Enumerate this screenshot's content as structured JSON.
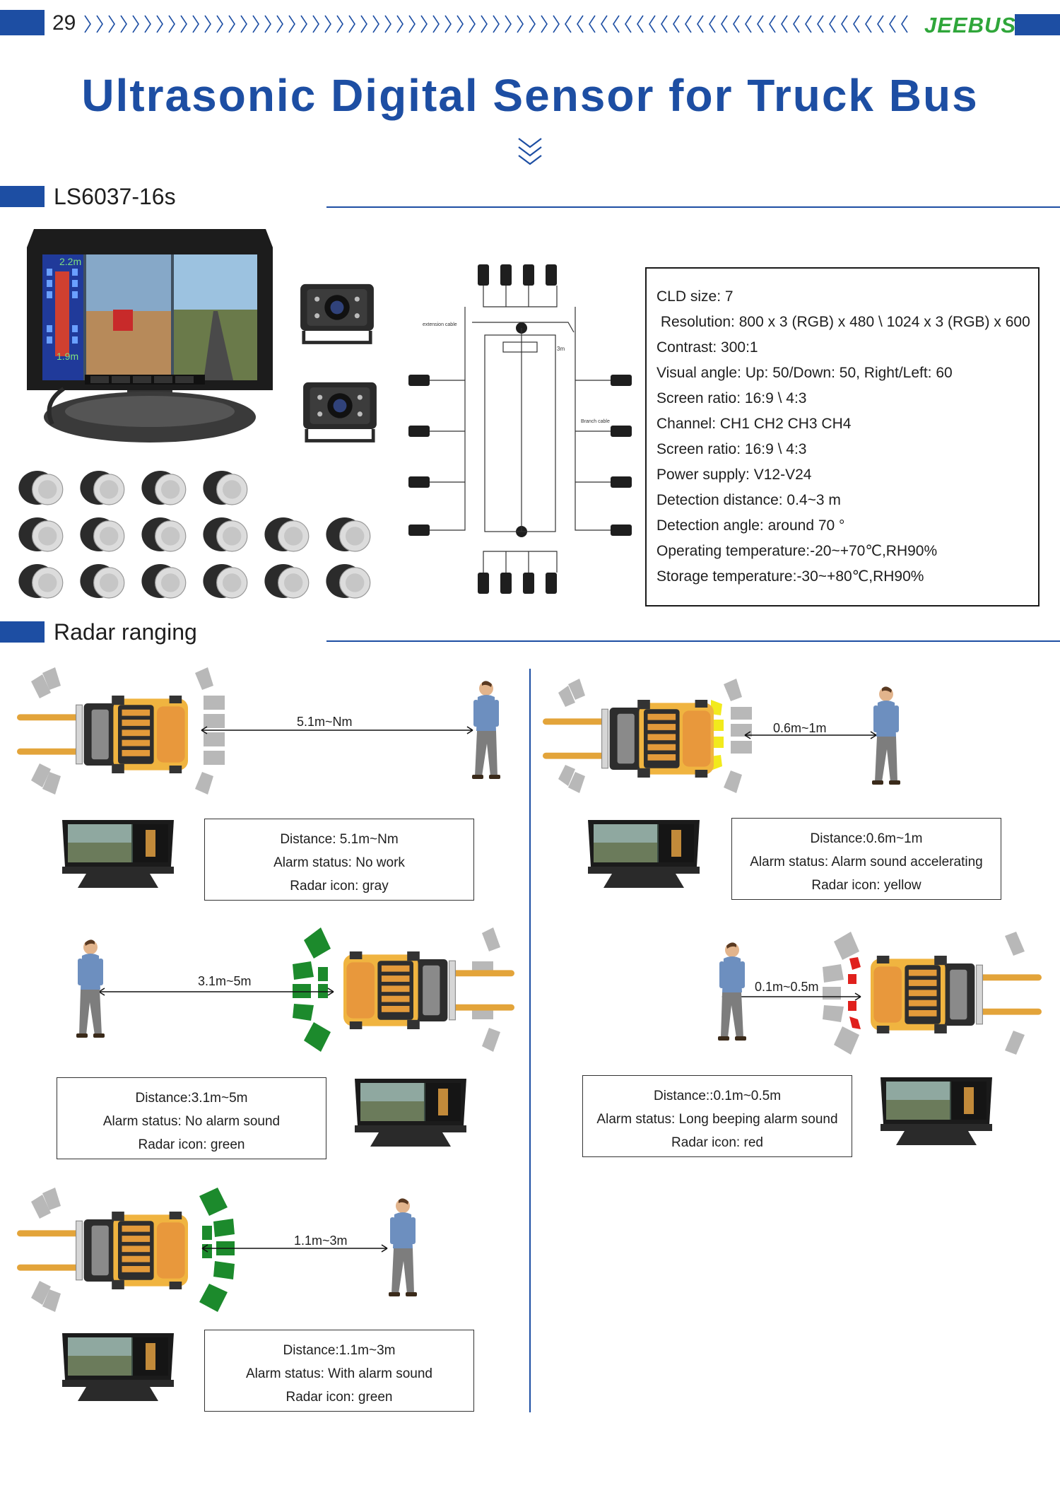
{
  "header": {
    "page_number": "29",
    "brand": "JEEBUS",
    "brand_mark": "®"
  },
  "title": "Ultrasonic Digital Sensor for Truck Bus",
  "product": {
    "model": "LS6037-16s",
    "monitor_readouts": [
      "2.2m",
      "1.9m"
    ],
    "diagram_labels": [
      "extension cable",
      "3m",
      "Branch cable"
    ]
  },
  "specs": [
    "CLD size: 7",
    " Resolution: 800 x 3 (RGB) x 480 \\ 1024 x 3 (RGB) x 600",
    "Contrast: 300:1",
    "Visual angle: Up: 50/Down: 50, Right/Left: 60",
    "Screen ratio: 16:9 \\ 4:3",
    "Channel: CH1 CH2 CH3 CH4",
    "Screen ratio: 16:9 \\ 4:3",
    "Power supply: V12-V24",
    "Detection distance: 0.4~3 m",
    "Detection angle: around 70 °",
    "Operating temperature:-20~+70℃,RH90%",
    "Storage temperature:-30~+80℃,RH90%"
  ],
  "radar": {
    "section_title": "Radar ranging",
    "scenarios": [
      {
        "range": "5.1m~Nm",
        "lines": [
          "Distance: 5.1m~Nm",
          "Alarm status: No work",
          "Radar icon: gray"
        ],
        "color": "#b5b5b5"
      },
      {
        "range": "0.6m~1m",
        "lines": [
          "Distance:0.6m~1m",
          "Alarm status: Alarm sound accelerating",
          "Radar icon: yellow"
        ],
        "color": "#f2ea1c"
      },
      {
        "range": "3.1m~5m",
        "lines": [
          "Distance:3.1m~5m",
          "Alarm status: No alarm sound",
          "Radar icon: green"
        ],
        "color": "#1c8a2c"
      },
      {
        "range": "0.1m~0.5m",
        "lines": [
          "Distance::0.1m~0.5m",
          "Alarm status: Long beeping alarm sound",
          "Radar icon: red"
        ],
        "color": "#e0201c"
      },
      {
        "range": "1.1m~3m",
        "lines": [
          "Distance:1.1m~3m",
          "Alarm status: With alarm sound",
          "Radar icon: green"
        ],
        "color": "#1c8a2c"
      }
    ]
  },
  "colors": {
    "accent_blue": "#1d4ea3",
    "brand_green": "#2fa63a",
    "truck_orange": "#e39a3a",
    "inactive_gray": "#b5b5b5"
  },
  "icons": [
    "chevron-right-icon",
    "chevron-left-icon",
    "double-chevron-down-icon",
    "truck-icon",
    "pedestrian-icon",
    "monitor-icon",
    "camera-icon",
    "sensor-icon",
    "radar-arc-icon"
  ]
}
